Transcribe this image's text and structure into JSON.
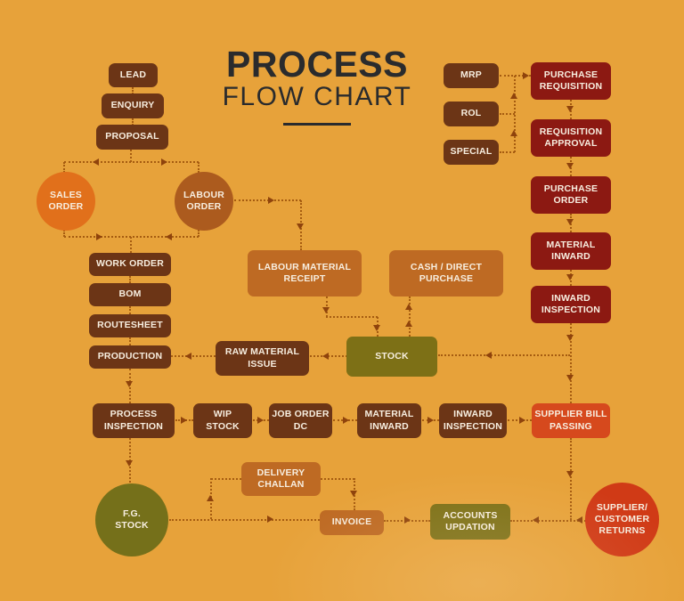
{
  "title": {
    "line1": "PROCESS",
    "line2": "FLOW CHART"
  },
  "palette": {
    "background": "#E7A23A",
    "dark_brown_box": "#6C3516",
    "maroon_box": "#8C1912",
    "orange_box": "#BE6A23",
    "olive_box": "#7D7016",
    "red_orange_box": "#D6491D",
    "sales_order_circle": "#E1701B",
    "labour_order_circle": "#AC5B1E",
    "fg_stock_circle": "#75701A",
    "returns_circle": "#D03A16",
    "connector_dotted_line": "#A65C10",
    "arrowhead": "#8F430C",
    "title_text": "#2A2B2D",
    "node_label_text": "#F7EEE0"
  },
  "icons": {
    "arrow_right": "solid triangle pointing right",
    "arrow_left": "solid triangle pointing left",
    "arrow_up": "solid triangle pointing up",
    "arrow_down": "solid triangle pointing down"
  },
  "nodes": {
    "lead": {
      "label": "LEAD"
    },
    "enquiry": {
      "label": "ENQUIRY"
    },
    "proposal": {
      "label": "PROPOSAL"
    },
    "mrp": {
      "label": "MRP"
    },
    "rol": {
      "label": "ROL"
    },
    "special": {
      "label": "SPECIAL"
    },
    "purchase_requisition": {
      "label": "PURCHASE REQUISITION"
    },
    "requisition_approval": {
      "label": "REQUISITION APPROVAL"
    },
    "purchase_order": {
      "label": "PURCHASE ORDER"
    },
    "material_inward_right": {
      "label": "MATERIAL INWARD"
    },
    "inward_inspection_right": {
      "label": "INWARD INSPECTION"
    },
    "sales_order": {
      "label": "SALES ORDER"
    },
    "labour_order": {
      "label": "LABOUR ORDER"
    },
    "work_order": {
      "label": "WORK ORDER"
    },
    "bom": {
      "label": "BOM"
    },
    "routesheet": {
      "label": "ROUTESHEET"
    },
    "production": {
      "label": "PRODUCTION"
    },
    "labour_material_receipt": {
      "label": "LABOUR MATERIAL RECEIPT"
    },
    "cash_direct_purchase": {
      "label": "CASH / DIRECT PURCHASE"
    },
    "raw_material_issue": {
      "label": "RAW MATERIAL ISSUE"
    },
    "stock": {
      "label": "STOCK"
    },
    "process_inspection": {
      "label": "PROCESS INSPECTION"
    },
    "wip_stock": {
      "label": "WIP STOCK"
    },
    "job_order_dc": {
      "label": "JOB ORDER DC"
    },
    "material_inward_mid": {
      "label": "MATERIAL INWARD"
    },
    "inward_inspection_mid": {
      "label": "INWARD INSPECTION"
    },
    "supplier_bill_passing": {
      "label": "SUPPLIER BILL PASSING"
    },
    "fg_stock": {
      "label": "F.G. STOCK"
    },
    "delivery_challan": {
      "label": "DELIVERY CHALLAN"
    },
    "invoice": {
      "label": "INVOICE"
    },
    "accounts_updation": {
      "label": "ACCOUNTS UPDATION"
    },
    "supplier_customer_returns": {
      "label": "SUPPLIER/ CUSTOMER RETURNS"
    }
  }
}
